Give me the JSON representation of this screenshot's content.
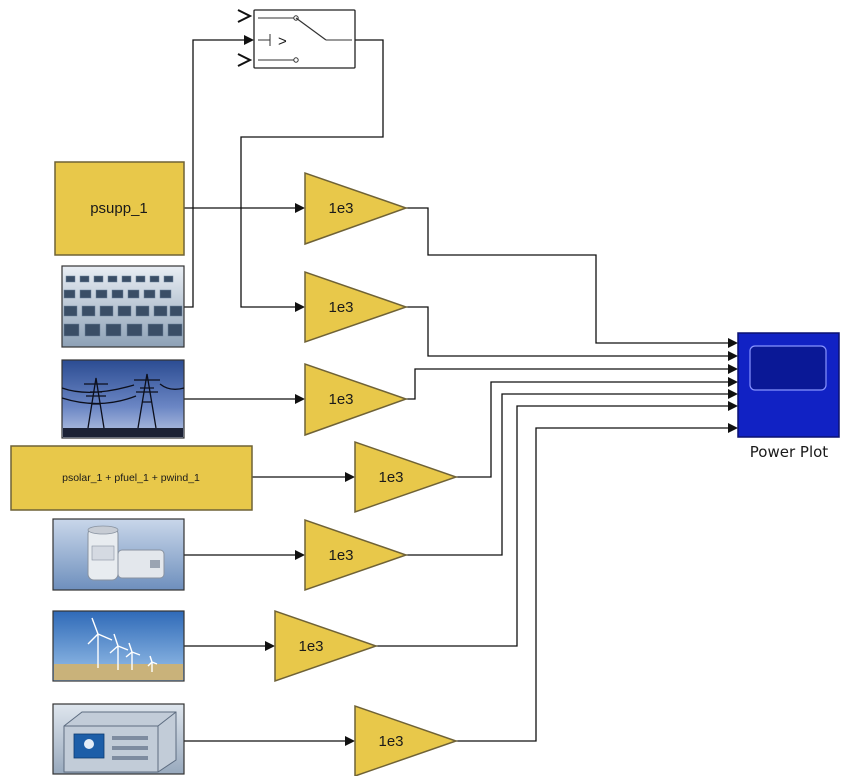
{
  "diagram": {
    "switch": {
      "criterion": "> "
    },
    "constant_block": {
      "label": "psupp_1"
    },
    "expression_block": {
      "label": "psolar_1 + pfuel_1 + pwind_1"
    },
    "gains": [
      {
        "label": "1e3"
      },
      {
        "label": "1e3"
      },
      {
        "label": "1e3"
      },
      {
        "label": "1e3"
      },
      {
        "label": "1e3"
      },
      {
        "label": "1e3"
      },
      {
        "label": "1e3"
      }
    ],
    "images": [
      {
        "icon": "solar-panel-field-image"
      },
      {
        "icon": "power-transmission-towers-image"
      },
      {
        "icon": "battery-cells-image"
      },
      {
        "icon": "wind-turbines-image"
      },
      {
        "icon": "fuel-cell-unit-image"
      }
    ],
    "scope": {
      "label": "Power Plot"
    }
  },
  "colors": {
    "block_fill": "#e8c84a",
    "block_border": "#6f6236",
    "scope_fill": "#1122c4",
    "scope_screen": "#0a1896",
    "wire": "#111111"
  }
}
